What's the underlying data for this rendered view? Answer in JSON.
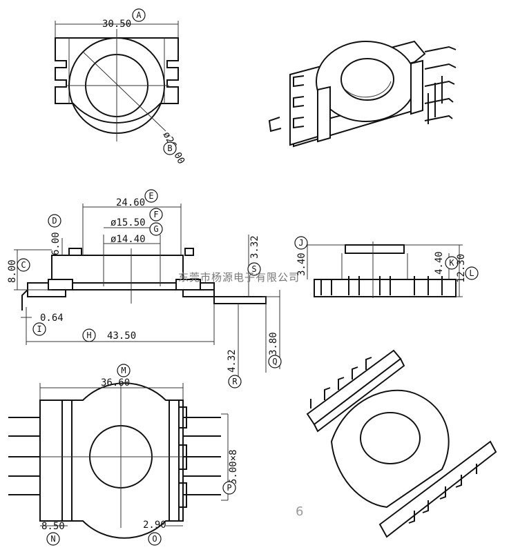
{
  "dimensions": {
    "A": "30.50",
    "B": "ø26.00",
    "C": "8.00",
    "D": "6.00",
    "E": "24.60",
    "F": "ø15.50",
    "G": "ø14.40",
    "H": "43.50",
    "I": "0.64",
    "J": "3.40",
    "K": "4.40",
    "L": "12.30",
    "M": "36.60",
    "N": "8.50",
    "O": "2.90",
    "P": "5.00×8",
    "Q": "3.80",
    "R": "4.32",
    "S": "3.32"
  },
  "labels": {
    "A": "A",
    "B": "B",
    "C": "C",
    "D": "D",
    "E": "E",
    "F": "F",
    "G": "G",
    "H": "H",
    "I": "I",
    "J": "J",
    "K": "K",
    "L": "L",
    "M": "M",
    "N": "N",
    "O": "O",
    "P": "P",
    "Q": "Q",
    "R": "R",
    "S": "S"
  },
  "watermark": "东莞市杨源电子有限公司",
  "page_number": "6"
}
